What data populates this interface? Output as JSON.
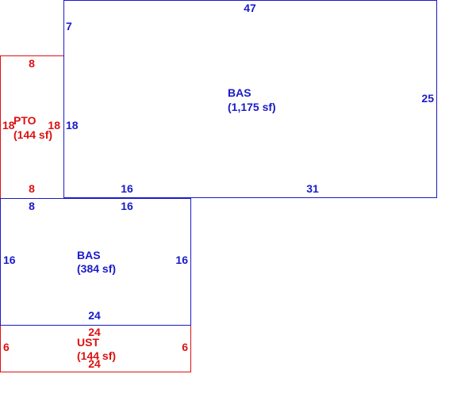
{
  "colors": {
    "bas": "#1a1ac8",
    "aux": "#dd1111",
    "background": "#ffffff"
  },
  "areas": {
    "bas_main": {
      "label": "BAS",
      "area": "(1,175 sf)",
      "dims": {
        "top": "47",
        "left_upper": "7",
        "left_lower": "18",
        "right": "25",
        "bottom_right": "31",
        "bottom_left": "16"
      }
    },
    "pto": {
      "label": "PTO",
      "area": "(144 sf)",
      "dims": {
        "top": "8",
        "left": "18",
        "right": "18",
        "bottom": "8"
      }
    },
    "bas_lower": {
      "label": "BAS",
      "area": "(384 sf)",
      "dims": {
        "top_left": "8",
        "top_right": "16",
        "left": "16",
        "right": "16",
        "bottom": "24"
      }
    },
    "ust": {
      "label": "UST",
      "area": "(144 sf)",
      "dims": {
        "top": "24",
        "left": "6",
        "right": "6",
        "bottom": "24"
      }
    }
  }
}
